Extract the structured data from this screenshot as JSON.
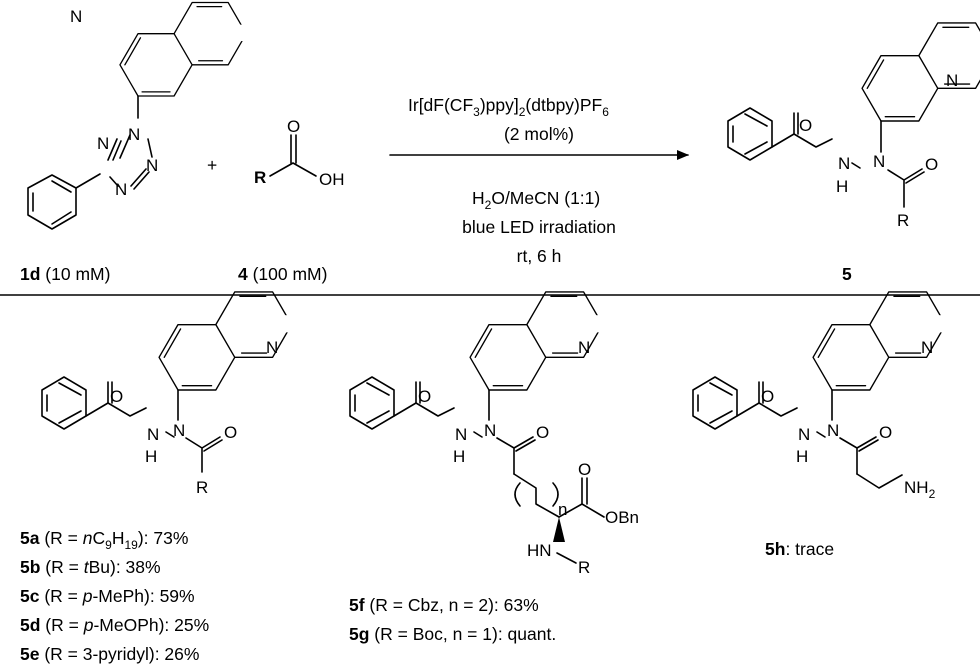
{
  "atoms": {
    "N": "N",
    "O": "O",
    "H": "H",
    "OH": "OH",
    "R": "R",
    "OBn": "OBn",
    "HN": "HN",
    "NH2": "NH",
    "n": "n",
    "two": "2"
  },
  "reaction": {
    "catalyst": [
      "Ir[dF(CF",
      "3",
      ")ppy]",
      "2",
      "(dtbpy)PF",
      "6"
    ],
    "loading": "(2 mol%)",
    "solvent": "H2O/MeCN (1:1)",
    "solvent_parts": [
      "H",
      "2",
      "O/MeCN (1:1)"
    ],
    "light": "blue LED irradiation",
    "conditions": "rt, 6 h",
    "plus": "+"
  },
  "compounds": {
    "c1d": {
      "id": "1d",
      "conc": " (10 mM)"
    },
    "c4": {
      "id": "4",
      "conc": " (100 mM)"
    },
    "c5": {
      "id": "5"
    }
  },
  "results": {
    "r5a": {
      "id": "5a",
      "pre": " (R = ",
      "it": "n",
      "c": "C",
      "s1": "9",
      "h": "H",
      "s2": "19",
      "post": "): 73%"
    },
    "r5b": {
      "id": "5b",
      "pre": " (R = ",
      "it": "t",
      "post": "Bu): 38%"
    },
    "r5c": {
      "id": "5c",
      "pre": " (R = ",
      "it": "p",
      "post": "-MePh): 59%"
    },
    "r5d": {
      "id": "5d",
      "pre": " (R = ",
      "it": "p",
      "post": "-MeOPh): 25%"
    },
    "r5e": {
      "id": "5e",
      "text": " (R = 3-pyridyl): 26%"
    },
    "r5f": {
      "id": "5f",
      "text": " (R = Cbz, n = 2): 63%"
    },
    "r5g": {
      "id": "5g",
      "text": " (R = Boc, n = 1): quant."
    },
    "r5h": {
      "id": "5h",
      "text": ": trace"
    }
  }
}
